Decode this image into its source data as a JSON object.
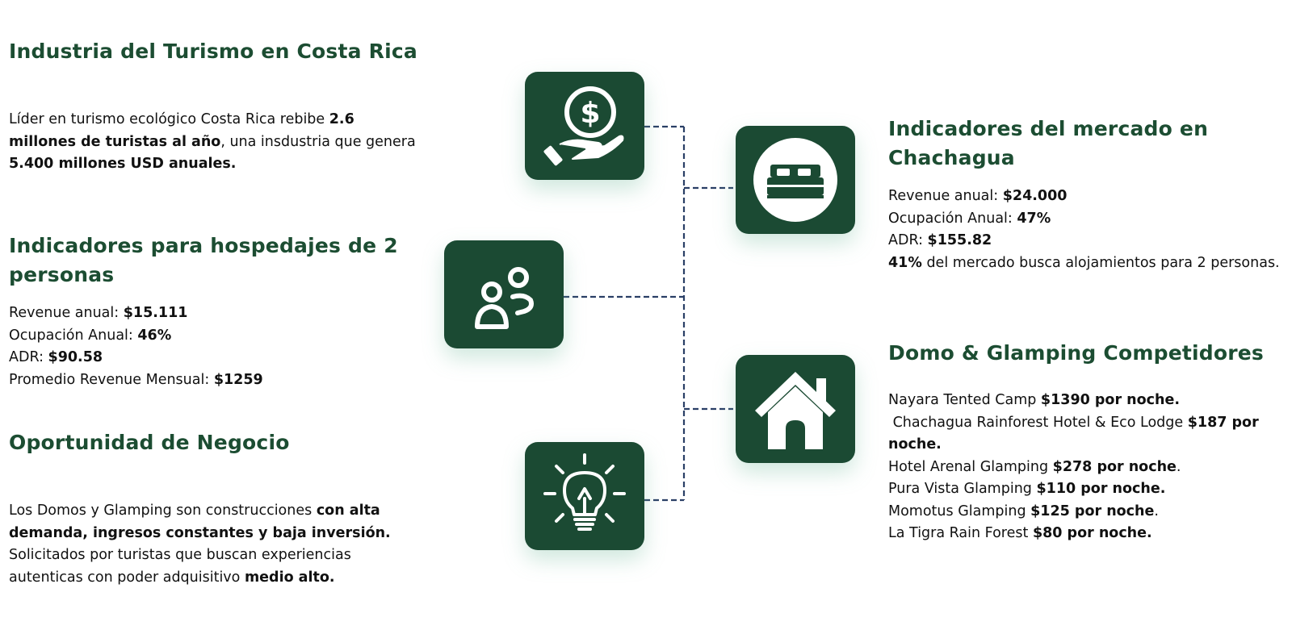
{
  "colors": {
    "heading": "#1c4d32",
    "tile": "#1b4a33",
    "connector": "#2a3f66",
    "text": "#111111"
  },
  "industria": {
    "title": "Industria del Turismo en Costa Rica",
    "p1": "Líder en turismo ecológico Costa Rica rebibe ",
    "b1": "2.6",
    "b2": "millones de turistas al año",
    "p2": ", una insdustria que genera",
    "b3": "5.400 millones USD anuales."
  },
  "hospedajes": {
    "title_line1": "Indicadores para hospedajes de 2",
    "title_line2": "personas",
    "rows": [
      {
        "label": "Revenue anual: ",
        "value": "$15.111"
      },
      {
        "label": "Ocupación Anual: ",
        "value": "46%"
      },
      {
        "label": "ADR: ",
        "value": "$90.58"
      },
      {
        "label": "Promedio Revenue Mensual: ",
        "value": "$1259"
      }
    ]
  },
  "oportunidad": {
    "title": "Oportunidad de Negocio",
    "l1_text": "Los Domos y Glamping son construcciones ",
    "l1_bold": "con alta",
    "l2_bold": "demanda, ingresos constantes y baja inversión.",
    "l3_text": "Solicitados por turistas que buscan experiencias",
    "l4_text": "autenticas con poder adquisitivo ",
    "l4_bold": "medio alto."
  },
  "mercado": {
    "title_line1": "Indicadores del mercado en",
    "title_line2": "Chachagua",
    "rows": [
      {
        "label": "Revenue anual: ",
        "value": "$24.000"
      },
      {
        "label": "Ocupación Anual: ",
        "value": "47%"
      },
      {
        "label": "ADR: ",
        "value": "$155.82"
      }
    ],
    "last_bold": "41%",
    "last_text": " del mercado busca alojamientos para 2 personas."
  },
  "competidores": {
    "title": "Domo & Glamping Competidores",
    "items": [
      {
        "name": "Nayara Tented Camp ",
        "price": "$1390 por noche.",
        "tail": ""
      },
      {
        "name": " Chachagua Rainforest Hotel & Eco Lodge ",
        "price": "$187 por",
        "tail": ""
      },
      {
        "name": "",
        "price": "noche.",
        "tail": ""
      },
      {
        "name": "Hotel Arenal Glamping ",
        "price": "$278 por noche",
        "tail": "."
      },
      {
        "name": "Pura Vista Glamping ",
        "price": "$110 por noche.",
        "tail": ""
      },
      {
        "name": "Momotus Glamping ",
        "price": "$125 por noche",
        "tail": "."
      },
      {
        "name": "La Tigra Rain Forest ",
        "price": "$80 por noche.",
        "tail": ""
      }
    ]
  },
  "icons": [
    "money-hand-icon",
    "bed-icon",
    "people-icon",
    "house-icon",
    "lightbulb-icon"
  ]
}
